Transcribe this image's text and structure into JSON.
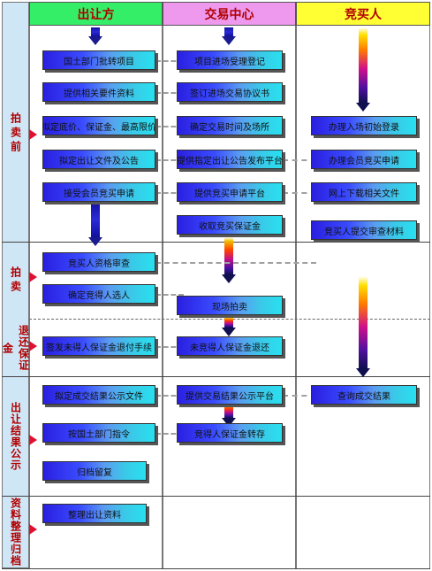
{
  "headers": [
    "出让方",
    "交易中心",
    "竞买人"
  ],
  "header_colors": [
    "#33ee66",
    "#ee99ee",
    "#ffff33"
  ],
  "phases": [
    "拍卖前",
    "拍卖",
    "退还保证金",
    "出让结果公示",
    "资料整理归档"
  ],
  "boxes": {
    "b1": "国土部门批转项目",
    "b2": "提供相关要件资料",
    "b3": "拟定底价、保证金、最高限价",
    "b4": "拟定出让文件及公告",
    "b5": "接受会员竞买申请",
    "b6": "竞买人资格审查",
    "b7": "确定竞得人选人",
    "b8": "签发未得人保证金退付手续",
    "b9": "拟定成交结果公示文件",
    "b10": "按国土部门指令",
    "b11": "归档留复",
    "b12": "整理出让资料",
    "c1": "项目进场受理登记",
    "c2": "签订进场交易协议书",
    "c3": "确定交易时间及场所",
    "c4": "提供指定出让公告发布平台",
    "c5": "提供竞买申请平台",
    "c6": "收取竞买保证金",
    "c7": "现场拍卖",
    "c8": "未竞得人保证金退还",
    "c9": "提供交易结果公示平台",
    "c10": "竞得人保证金转存",
    "d1": "办理入场初始登录",
    "d2": "办理会员竞买申请",
    "d3": "网上下载相关文件",
    "d4": "竞买人提交审查材料",
    "d5": "查询成交结果"
  }
}
